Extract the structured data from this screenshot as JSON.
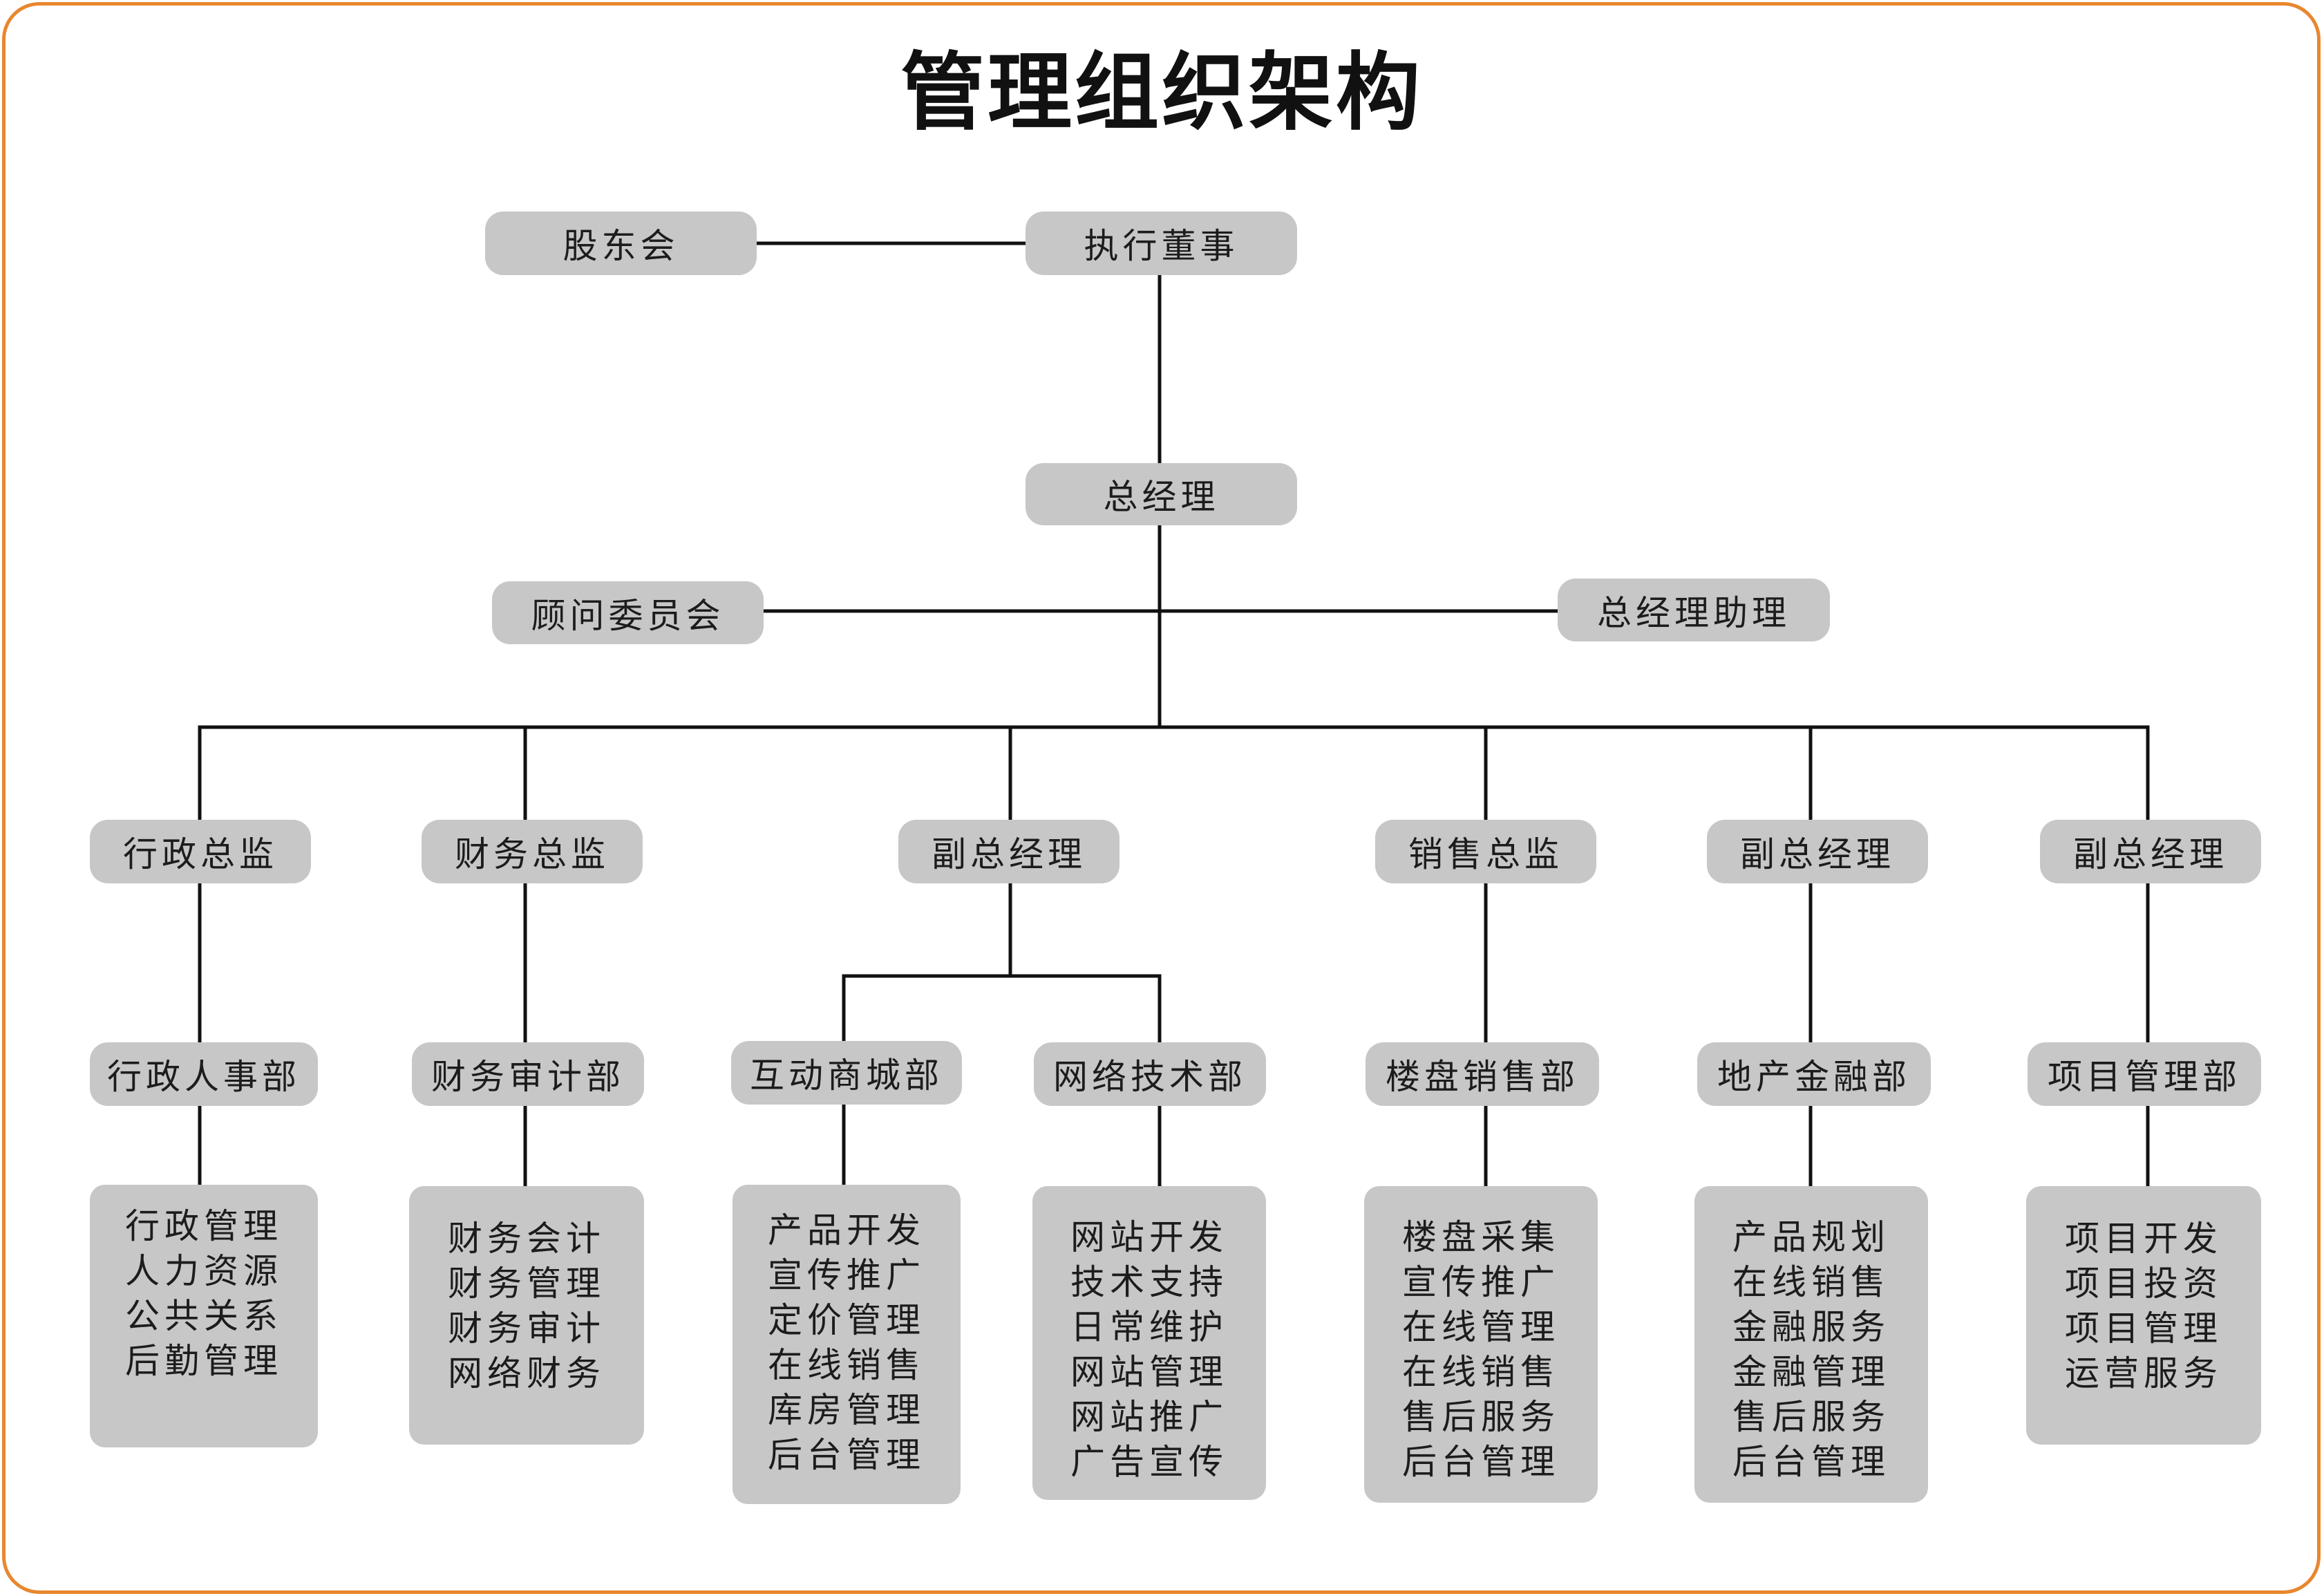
{
  "title": "管理组织架构",
  "colors": {
    "frame": "#e8872e",
    "node_fill": "#c7c7c7",
    "line": "#111111",
    "text": "#1c1c1c"
  },
  "top": {
    "shareholders": "股东会",
    "executive_director": "执行董事",
    "general_manager": "总经理",
    "advisory_committee": "顾问委员会",
    "gm_assistant": "总经理助理"
  },
  "directors": [
    "行政总监",
    "财务总监",
    "副总经理",
    "销售总监",
    "副总经理",
    "副总经理"
  ],
  "departments": [
    "行政人事部",
    "财务审计部",
    "互动商城部",
    "网络技术部",
    "楼盘销售部",
    "地产金融部",
    "项目管理部"
  ],
  "functions": [
    [
      "行政管理",
      "人力资源",
      "公共关系",
      "后勤管理"
    ],
    [
      "财务会计",
      "财务管理",
      "财务审计",
      "网络财务"
    ],
    [
      "产品开发",
      "宣传推广",
      "定价管理",
      "在线销售",
      "库房管理",
      "后台管理"
    ],
    [
      "网站开发",
      "技术支持",
      "日常维护",
      "网站管理",
      "网站推广",
      "广告宣传"
    ],
    [
      "楼盘采集",
      "宣传推广",
      "在线管理",
      "在线销售",
      "售后服务",
      "后台管理"
    ],
    [
      "产品规划",
      "在线销售",
      "金融服务",
      "金融管理",
      "售后服务",
      "后台管理"
    ],
    [
      "项目开发",
      "项目投资",
      "项目管理",
      "运营服务"
    ]
  ]
}
